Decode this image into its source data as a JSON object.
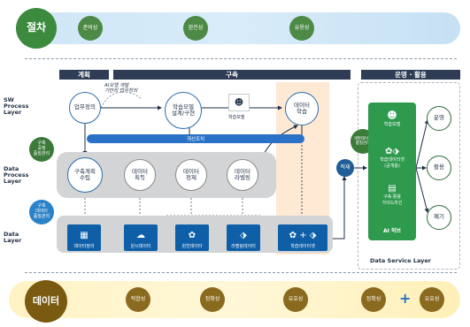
{
  "procedure": {
    "label": "절차",
    "items": [
      "준비성",
      "완전성",
      "유용성"
    ]
  },
  "phases": {
    "plan": "계획",
    "build": "구축",
    "operate": "운영 · 활용"
  },
  "layers": {
    "sw_process": "SW\nProcess\nLayer",
    "data_process": "Data\nProcess\nLayer",
    "data": "Data\nLayer",
    "data_service": "Data Service Layer"
  },
  "sw_nodes": {
    "define": "업무정의",
    "model_design": "학습모델\n설계/구현",
    "model_label": "학습모델",
    "data_learn": "데이터\n학습",
    "note": "AI모델 개발\n기반의 업무정의"
  },
  "side_notes": {
    "build_quality": "구축\n공정\n품질관리",
    "data_quality": "구축\n데이터\n품질관리",
    "service_quality": "개발데이터\n품질관리"
  },
  "review_bar": "개선조치",
  "process_nodes": [
    "구축계획\n수립",
    "데이터\n획득",
    "데이터\n정제",
    "데이터\n라벨링"
  ],
  "data_tiles": [
    "데이터정의",
    "원시데이터",
    "원천데이터",
    "라벨링데이터",
    "학습데이터셋"
  ],
  "load": "적재",
  "ai_hub": {
    "items": [
      "학습모델",
      "학습데이터셋\n(공개용)",
      "구축·활용\n가이드라인"
    ],
    "title": "AI 허브"
  },
  "service_items": [
    "운영",
    "활용",
    "폐기"
  ],
  "data_row": {
    "label": "데이터",
    "items": [
      "적합성",
      "정확성",
      "유효성",
      "정확성",
      "유효성"
    ],
    "plus": "+"
  }
}
